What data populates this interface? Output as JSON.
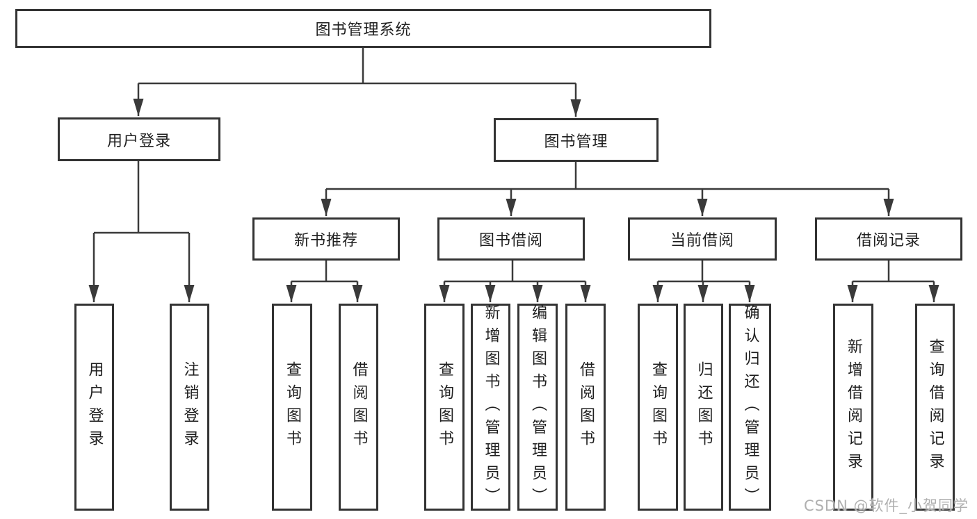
{
  "nodes": {
    "root": "图书管理系统",
    "level2": {
      "user_login": "用户登录",
      "book_management": "图书管理"
    },
    "level3": {
      "new_book": "新书推荐",
      "book_borrow": "图书借阅",
      "current_borrow": "当前借阅",
      "borrow_records": "借阅记录"
    },
    "leaves": {
      "user_login": [
        "用户登录",
        "注销登录"
      ],
      "new_book": [
        "查询图书",
        "借阅图书"
      ],
      "book_borrow": [
        "查询图书",
        "新增图书（管理员）",
        "编辑图书（管理员）",
        "借阅图书"
      ],
      "current_borrow": [
        "查询图书",
        "归还图书",
        "确认归还（管理员）"
      ],
      "borrow_records": [
        "新增借阅记录",
        "查询借阅记录"
      ]
    }
  },
  "watermark": "CSDN @软件_小贺同学",
  "colors": {
    "line": "#3a3a3a",
    "border": "#333333",
    "text": "#1f1f1f",
    "background": "#ffffff",
    "watermark": "#b0b0b0"
  }
}
